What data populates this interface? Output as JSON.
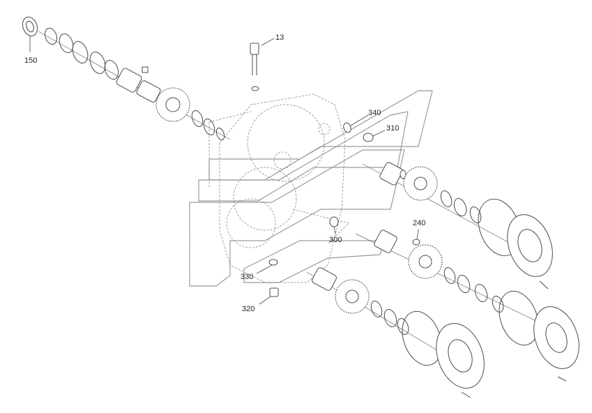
{
  "callouts": {
    "c13": "13",
    "c150": "150",
    "c340": "340",
    "c310": "310",
    "c240": "240",
    "c300": "300",
    "c330": "330",
    "c320": "320"
  }
}
